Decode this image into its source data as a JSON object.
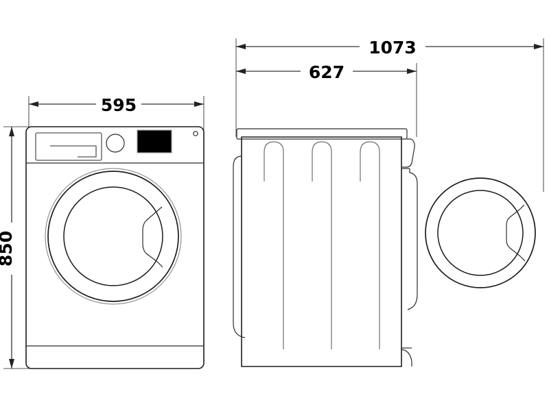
{
  "drawing": {
    "title": "Washing machine dimensional drawing",
    "unit": "mm",
    "line_color": "#1a1a1a",
    "accent_color": "#000000",
    "background": "#ffffff"
  },
  "dimensions": {
    "width": {
      "value": "595",
      "label": "595",
      "orientation": "horizontal",
      "applies_to": "front-view-width"
    },
    "height": {
      "value": "850",
      "label": "850",
      "orientation": "vertical",
      "applies_to": "front-view-height"
    },
    "depth_body": {
      "value": "627",
      "label": "627",
      "orientation": "horizontal",
      "applies_to": "side-view-body-depth"
    },
    "depth_door_open": {
      "value": "1073",
      "label": "1073",
      "orientation": "horizontal",
      "applies_to": "side-view-depth-with-door-open"
    }
  },
  "front_view": {
    "name": "front-view",
    "cabinet": "washing-machine-front-cabinet",
    "control_panel": {
      "detergent_drawer": "detergent-drawer",
      "program_knob": "program-selector-knob",
      "display": "display-screen",
      "indicator_led": "indicator-led"
    },
    "door": "porthole-door",
    "door_handle": "door-handle-recess",
    "plinth": "bottom-plinth"
  },
  "side_view": {
    "name": "side-view",
    "cabinet": "washing-machine-side-cabinet",
    "lid": "top-lid",
    "panel_grooves": "side-panel-grooves",
    "hinge": "door-hinge",
    "open_door": "open-door-profile",
    "open_door_handle": "open-door-handle-recess"
  }
}
